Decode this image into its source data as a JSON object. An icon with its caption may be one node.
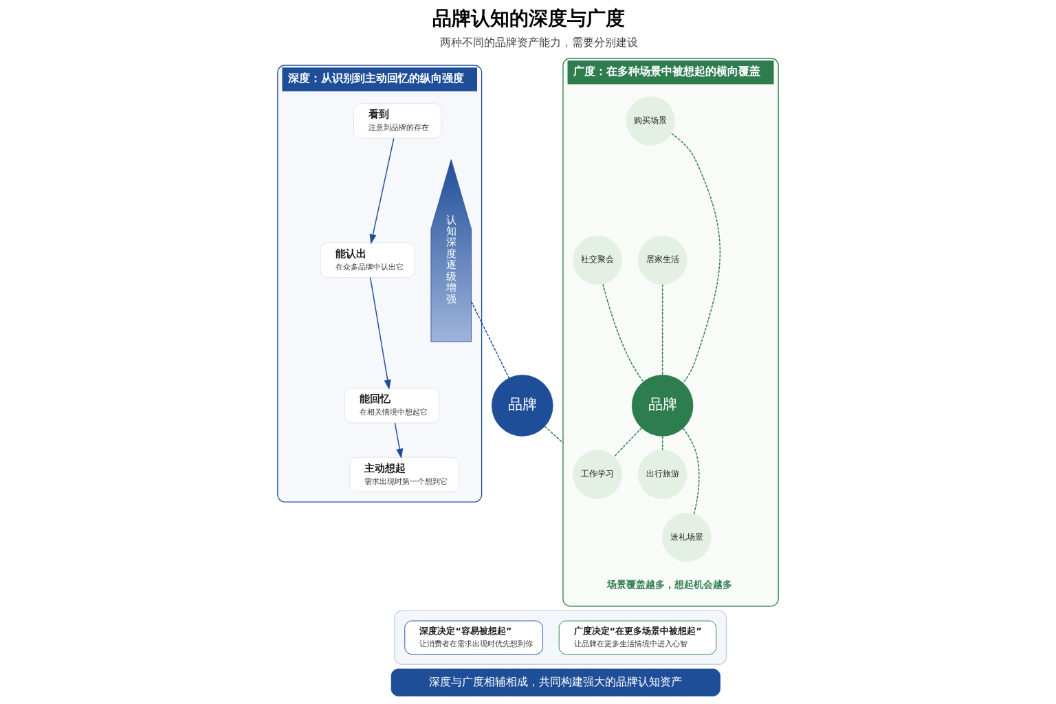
{
  "diagram": {
    "title": "品牌认知的深度与广度",
    "nodes": [
      {
        "text": [
          "深度：从识别到主动回忆的纵向强度"
        ]
      },
      {
        "text": [
          "看到",
          "注意到品牌的存在"
        ],
        "in": 0
      },
      {
        "text": [
          "能认出",
          "在众多品牌中认出它"
        ],
        "in": 0
      },
      {
        "text": [
          "能回忆",
          "在相关情境中想起它"
        ],
        "in": 0
      },
      {
        "text": [
          "主动想起",
          "需求出现时第一个想到它"
        ],
        "in": 0
      },
      {
        "text": [
          "认知深度逐级增强"
        ],
        "in": 0
      },
      {
        "text": [
          "品牌"
        ]
      },
      {
        "text": [
          "广度：在多种场景中被想起的横向覆盖"
        ]
      },
      {
        "text": [
          "购买场景"
        ],
        "in": 7
      },
      {
        "text": [
          "社交聚会"
        ],
        "in": 7
      },
      {
        "text": [
          "居家生活"
        ],
        "in": 7
      },
      {
        "text": [
          "品牌"
        ],
        "in": 7
      },
      {
        "text": [
          "工作学习"
        ],
        "in": 7
      },
      {
        "text": [
          "出行旅游"
        ],
        "in": 7
      },
      {
        "text": [
          "送礼场景"
        ],
        "in": 7
      },
      {
        "text": [],
        "shape": "box"
      },
      {
        "text": [
          "深度决定“容易被想起”",
          "让消费者在需求出现时优先想到你"
        ],
        "in": 15
      },
      {
        "text": [
          "广度决定“在更多场景中被想起”",
          "让品牌在更多生活情境中进入心智"
        ],
        "in": 15
      },
      {
        "text": [
          "深度与广度相辅相成，共同构建强大的品牌认知资产"
        ]
      }
    ],
    "edges": [
      {
        "from": 1,
        "to": 2,
        "arrow": "to",
        "color": "#1f4e99"
      },
      {
        "from": 2,
        "to": 3,
        "arrow": "to",
        "color": "#1f4e99"
      },
      {
        "from": 3,
        "to": 4,
        "arrow": "to",
        "color": "#1f4e99"
      },
      {
        "from": 5,
        "to": 6,
        "arrow": "none",
        "style": "dashed",
        "color": "#1f4e99"
      },
      {
        "from": 6,
        "to": 7,
        "arrow": "none",
        "style": "dashed"
      },
      {
        "from": 8,
        "to": 11,
        "arrow": "none",
        "style": "dashed"
      },
      {
        "from": 9,
        "to": 11,
        "arrow": "none",
        "style": "dashed"
      },
      {
        "from": 10,
        "to": 11,
        "arrow": "none",
        "style": "dashed"
      },
      {
        "from": 11,
        "to": 12,
        "arrow": "none",
        "style": "dashed"
      },
      {
        "from": 11,
        "to": 13,
        "arrow": "none",
        "style": "dashed"
      },
      {
        "from": 11,
        "to": 14,
        "arrow": "none",
        "style": "dashed"
      }
    ],
    "labels": [
      "两种不同的品牌资产能力，需要分别建设",
      "场景覆盖越多，想起机会越多"
    ]
  }
}
